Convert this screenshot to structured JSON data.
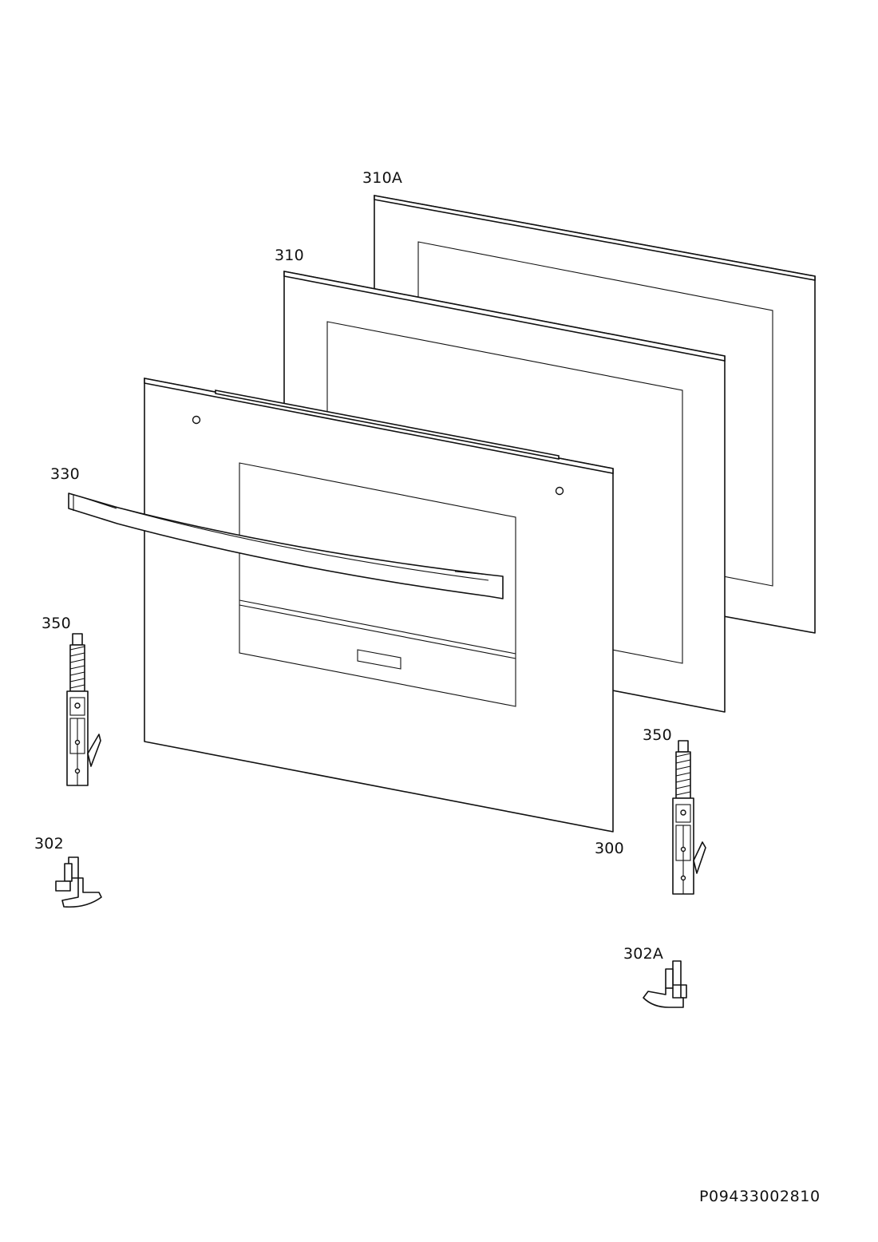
{
  "diagram": {
    "document_code": "P09433002810",
    "parts": [
      {
        "id": "p310a",
        "label": "310A"
      },
      {
        "id": "p310",
        "label": "310"
      },
      {
        "id": "p330",
        "label": "330"
      },
      {
        "id": "p350_left",
        "label": "350"
      },
      {
        "id": "p350_right",
        "label": "350"
      },
      {
        "id": "p300",
        "label": "300"
      },
      {
        "id": "p302",
        "label": "302"
      },
      {
        "id": "p302a",
        "label": "302A"
      }
    ]
  }
}
